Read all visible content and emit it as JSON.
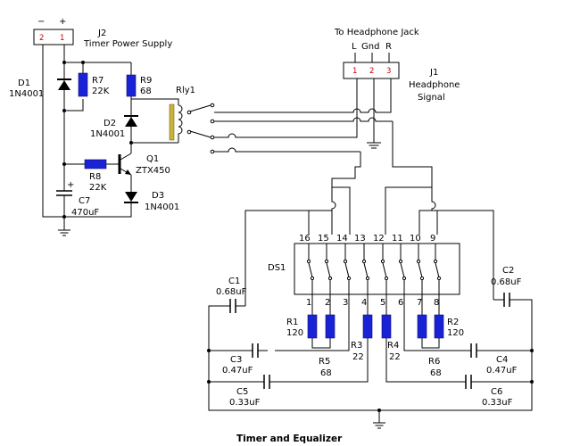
{
  "title": "Timer and Equalizer",
  "j2": {
    "ref": "J2",
    "name": "Timer Power Supply",
    "minus": "−",
    "plus": "+",
    "pin_labels": [
      "2",
      "1"
    ]
  },
  "j1": {
    "ref": "J1",
    "name_line1": "Headphone",
    "name_line2": "Signal",
    "header": "To Headphone Jack",
    "col_labels": [
      "L",
      "Gnd",
      "R"
    ],
    "pin_labels": [
      "1",
      "2",
      "3"
    ]
  },
  "d1": {
    "ref": "D1",
    "value": "1N4001"
  },
  "d2": {
    "ref": "D2",
    "value": "1N4001"
  },
  "d3": {
    "ref": "D3",
    "value": "1N4001"
  },
  "r7": {
    "ref": "R7",
    "value": "22K"
  },
  "r9": {
    "ref": "R9",
    "value": "68"
  },
  "r8": {
    "ref": "R8",
    "value": "22K"
  },
  "q1": {
    "ref": "Q1",
    "value": "ZTX450"
  },
  "c7": {
    "ref": "C7",
    "value": "470uF",
    "polarity": "+"
  },
  "rly1": {
    "ref": "Rly1"
  },
  "ds1": {
    "ref": "DS1",
    "top_pins": [
      "16",
      "15",
      "14",
      "13",
      "12",
      "11",
      "10",
      "9"
    ],
    "bottom_pins": [
      "1",
      "2",
      "3",
      "4",
      "5",
      "6",
      "7",
      "8"
    ]
  },
  "r1": {
    "ref": "R1",
    "value": "120"
  },
  "r2": {
    "ref": "R2",
    "value": "120"
  },
  "r3": {
    "ref": "R3",
    "value": "22"
  },
  "r4": {
    "ref": "R4",
    "value": "22"
  },
  "r5": {
    "ref": "R5",
    "value": "68"
  },
  "r6": {
    "ref": "R6",
    "value": "68"
  },
  "c1": {
    "ref": "C1",
    "value": "0.68uF"
  },
  "c2": {
    "ref": "C2",
    "value": "0.68uF"
  },
  "c3": {
    "ref": "C3",
    "value": "0.47uF"
  },
  "c4": {
    "ref": "C4",
    "value": "0.47uF"
  },
  "c5": {
    "ref": "C5",
    "value": "0.33uF"
  },
  "c6": {
    "ref": "C6",
    "value": "0.33uF"
  },
  "colors": {
    "component": "#1a22d6",
    "wire": "#000000",
    "relay_coil": "#c9b23a",
    "pin_red": "#cc0000"
  }
}
